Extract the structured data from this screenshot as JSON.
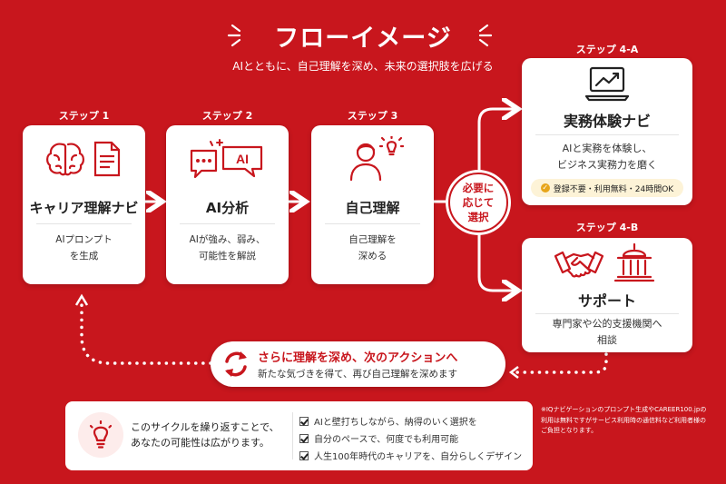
{
  "header": {
    "title": "フローイメージ",
    "subtitle": "AIとともに、自己理解を深め、未来の選択肢を広げる"
  },
  "steps": [
    {
      "label": "ステップ 1",
      "title": "キャリア理解ナビ",
      "desc": "AIプロンプト\nを生成"
    },
    {
      "label": "ステップ 2",
      "title": "AI分析",
      "desc": "AIが強み、弱み、\n可能性を解説"
    },
    {
      "label": "ステップ 3",
      "title": "自己理解",
      "desc": "自己理解を\n深める"
    }
  ],
  "branch_circle": "必要に\n応じて\n選択",
  "step4a": {
    "label": "ステップ 4-A",
    "title": "実務体験ナビ",
    "desc": "AIと実務を体験し、\nビジネス実務力を磨く",
    "badge": "登録不要・利用無料・24時間OK"
  },
  "step4b": {
    "label": "ステップ 4-B",
    "title": "サポート",
    "desc": "専門家や公的支援機関へ\n相談"
  },
  "cycle": {
    "title": "さらに理解を深め、次のアクションへ",
    "subtitle": "新たな気づきを得て、再び自己理解を深めます"
  },
  "footer": {
    "lead": "このサイクルを繰り返すことで、\nあなたの可能性は広がります。",
    "checks": [
      "AIと壁打ちしながら、納得のいく選択を",
      "自分のペースで、何度でも利用可能",
      "人生100年時代のキャリアを、自分らしくデザイン"
    ],
    "note": "※IQナビゲーションのプロンプト生成やCAREER100.jpの\n利用は無料ですがサービス利用時の通信料など利用者様の\nご負担となります。"
  },
  "colors": {
    "brand_red": "#c8161d",
    "white": "#ffffff",
    "text": "#2b2b2b"
  },
  "icons": [
    "brain-icon",
    "document-icon",
    "chat-ai-icon",
    "person-idea-icon",
    "laptop-chart-icon",
    "handshake-icon",
    "institution-icon",
    "refresh-icon",
    "lightbulb-icon",
    "checkbox-icon"
  ]
}
